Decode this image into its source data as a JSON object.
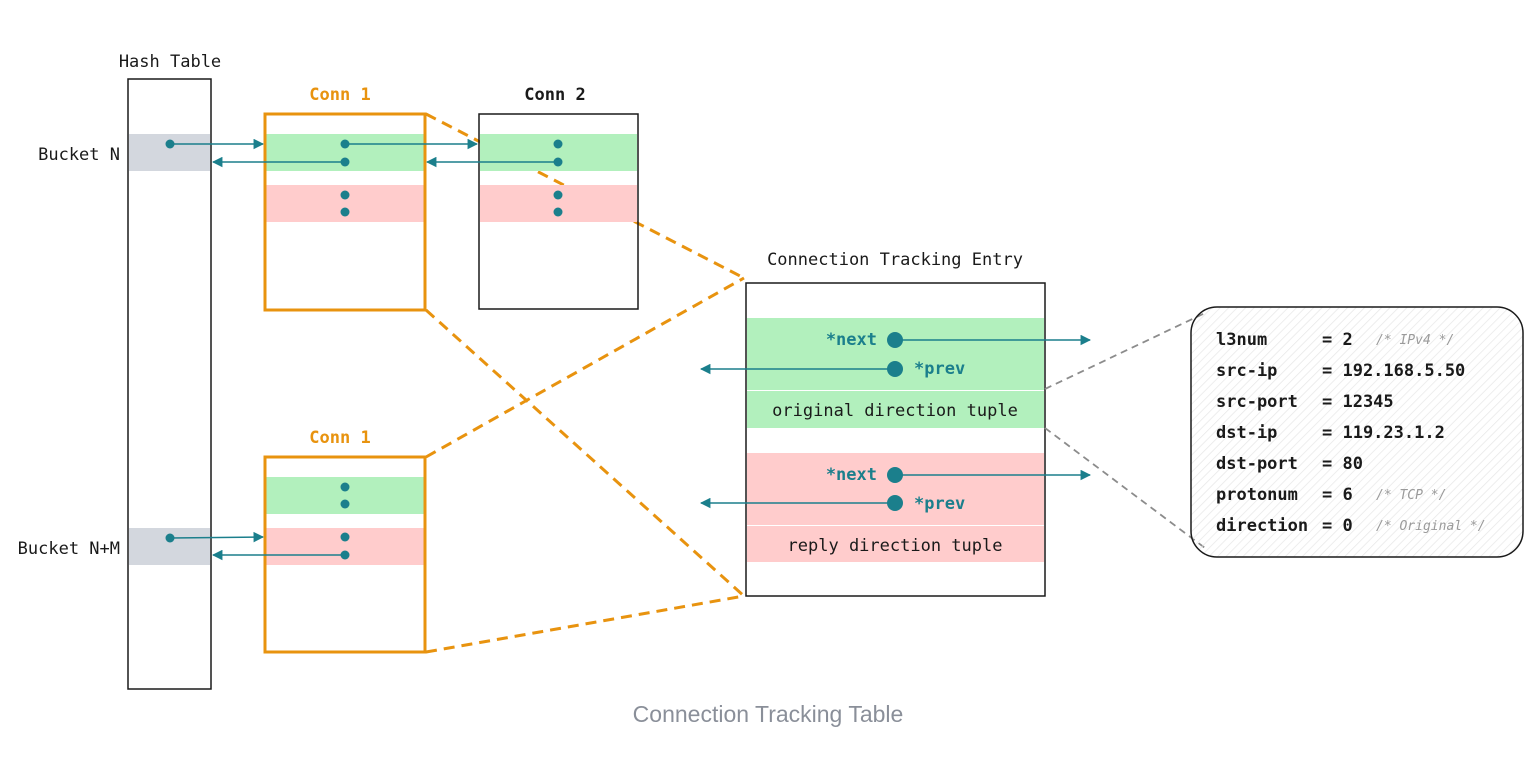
{
  "colors": {
    "orange": "#e8930f",
    "teal": "#1b7f8c",
    "green": "#b2f0bd",
    "pink": "#ffcccc",
    "bucket_gray": "#d3d7de",
    "callout_stroke": "#8c8c8c"
  },
  "hash_table": {
    "title": "Hash Table",
    "buckets": [
      "Bucket N",
      "Bucket N+M"
    ]
  },
  "conns": {
    "conn1_top": "Conn 1",
    "conn2": "Conn 2",
    "conn1_bottom": "Conn 1"
  },
  "entry": {
    "title": "Connection Tracking Entry",
    "original": {
      "next": "*next",
      "prev": "*prev",
      "tuple": "original direction tuple"
    },
    "reply": {
      "next": "*next",
      "prev": "*prev",
      "tuple": "reply direction tuple"
    }
  },
  "tuple_fields": [
    {
      "name": "l3num",
      "value": "= 2",
      "comment": "/* IPv4 */"
    },
    {
      "name": "src-ip",
      "value": "= 192.168.5.50",
      "comment": ""
    },
    {
      "name": "src-port",
      "value": "= 12345",
      "comment": ""
    },
    {
      "name": "dst-ip",
      "value": "= 119.23.1.2",
      "comment": ""
    },
    {
      "name": "dst-port",
      "value": "= 80",
      "comment": ""
    },
    {
      "name": "protonum",
      "value": "= 6",
      "comment": "/* TCP */"
    },
    {
      "name": "direction",
      "value": "= 0",
      "comment": "/* Original */"
    }
  ],
  "caption": "Connection Tracking Table"
}
